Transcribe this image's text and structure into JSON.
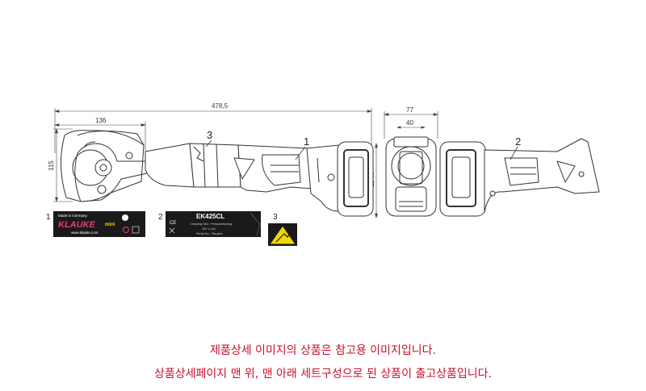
{
  "dimensions": {
    "total_length": "478,5",
    "head_length": "136",
    "head_height": "115",
    "body_height": "114,5",
    "battery_width": "77",
    "battery_inner": "40"
  },
  "callouts": {
    "c1": "1",
    "c2": "2",
    "c3": "3"
  },
  "labels": {
    "label1": {
      "number": "1",
      "top_text": "Made in Germany",
      "brand": "KLAUKE",
      "brand_suffix": "mini",
      "subtext": "www.klauke.com"
    },
    "label2": {
      "number": "2",
      "ce": "CE",
      "model": "EK425CL",
      "line1": "Crimping Tool / Presswerkzeug",
      "line2": "18V Li-Ion",
      "line3": "Serial No. / Baujahr"
    },
    "label3": {
      "number": "3"
    }
  },
  "notice": {
    "line1": "제품상세 이미지의 상품은 참고용 이미지입니다.",
    "line2": "상품상세페이지 맨 위, 맨 아래 세트구성으로 된 상품이 출고상품입니다."
  },
  "colors": {
    "notice_red": "#c8102e",
    "label_pink": "#e83c7a",
    "label_yellow": "#f5d400",
    "label_bg": "#1a1a1a",
    "warning_yellow": "#f2d600"
  }
}
